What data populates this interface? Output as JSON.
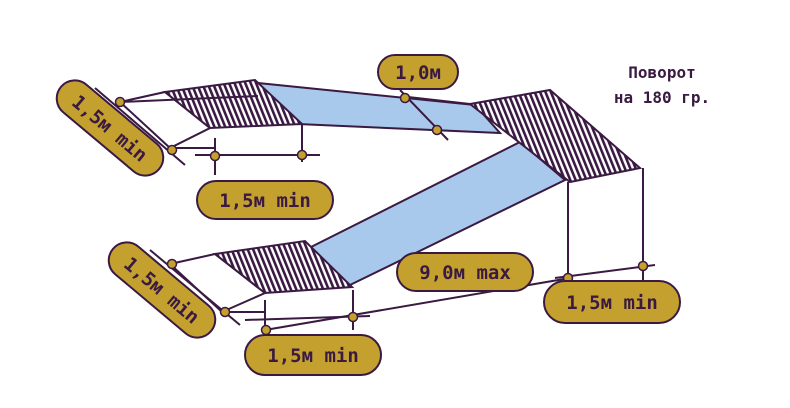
{
  "title": {
    "line1": "Поворот",
    "line2": "на 180 гр."
  },
  "labels": {
    "upper_landing_width": "1,5м min",
    "upper_landing_depth": "1,5м min",
    "ramp_width": "1,0м",
    "lower_landing_width": "1,5м min",
    "lower_landing_depth": "1,5м min",
    "ramp_length": "9,0м max",
    "turn_landing_depth": "1,5м min"
  },
  "colors": {
    "ramp": "#a9c9ec",
    "line": "#3a1a42",
    "badge_fill": "#c4a12e",
    "badge_stroke": "#3a1a42",
    "dot": "#c4a12e"
  }
}
